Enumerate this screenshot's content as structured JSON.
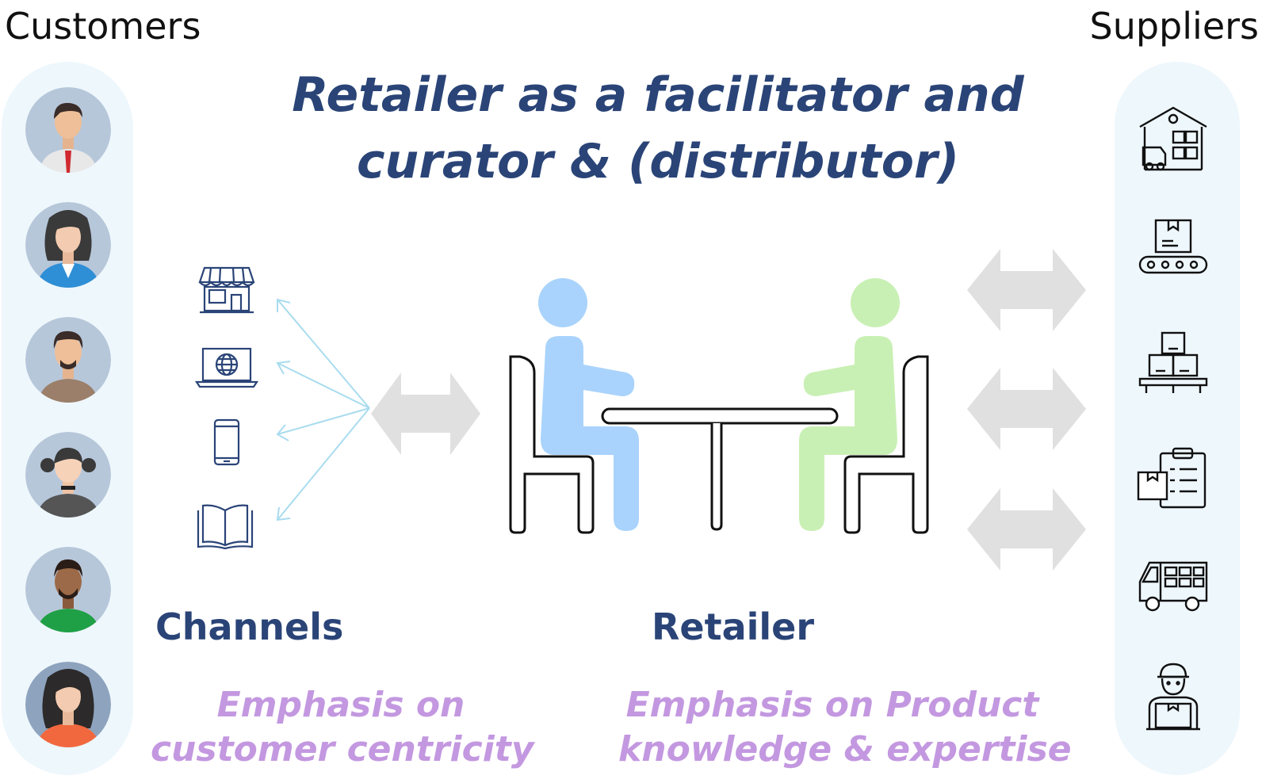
{
  "title": {
    "line1": "Retailer as a facilitator and",
    "line2": "curator & (distributor)"
  },
  "customers": {
    "label": "Customers",
    "avatars": [
      "man-tie-avatar",
      "woman-blue-avatar",
      "bearded-man-avatar",
      "girl-pigtails-avatar",
      "dark-skin-man-avatar",
      "woman-orange-avatar"
    ]
  },
  "suppliers": {
    "label": "Suppliers",
    "icons": [
      "warehouse-icon",
      "conveyor-box-icon",
      "pallet-boxes-icon",
      "clipboard-box-icon",
      "delivery-truck-icon",
      "courier-icon"
    ]
  },
  "channels": {
    "label": "Channels",
    "icons": [
      "store-icon",
      "laptop-web-icon",
      "smartphone-icon",
      "book-icon"
    ],
    "emphasis_line1": "Emphasis on",
    "emphasis_line2": "customer centricity"
  },
  "retailer": {
    "label": "Retailer",
    "emphasis_line1": "Emphasis on Product",
    "emphasis_line2": "knowledge & expertise"
  },
  "colors": {
    "title": "#2a4477",
    "emphasis": "#c398e0",
    "column_bg": "#eef7fc",
    "arrow_gray": "#e0e0e0",
    "fan_arrow": "#a9dcef",
    "person_blue": "#a9d3fc",
    "person_green": "#c9f0b4",
    "channel_icon": "#2a4477"
  }
}
